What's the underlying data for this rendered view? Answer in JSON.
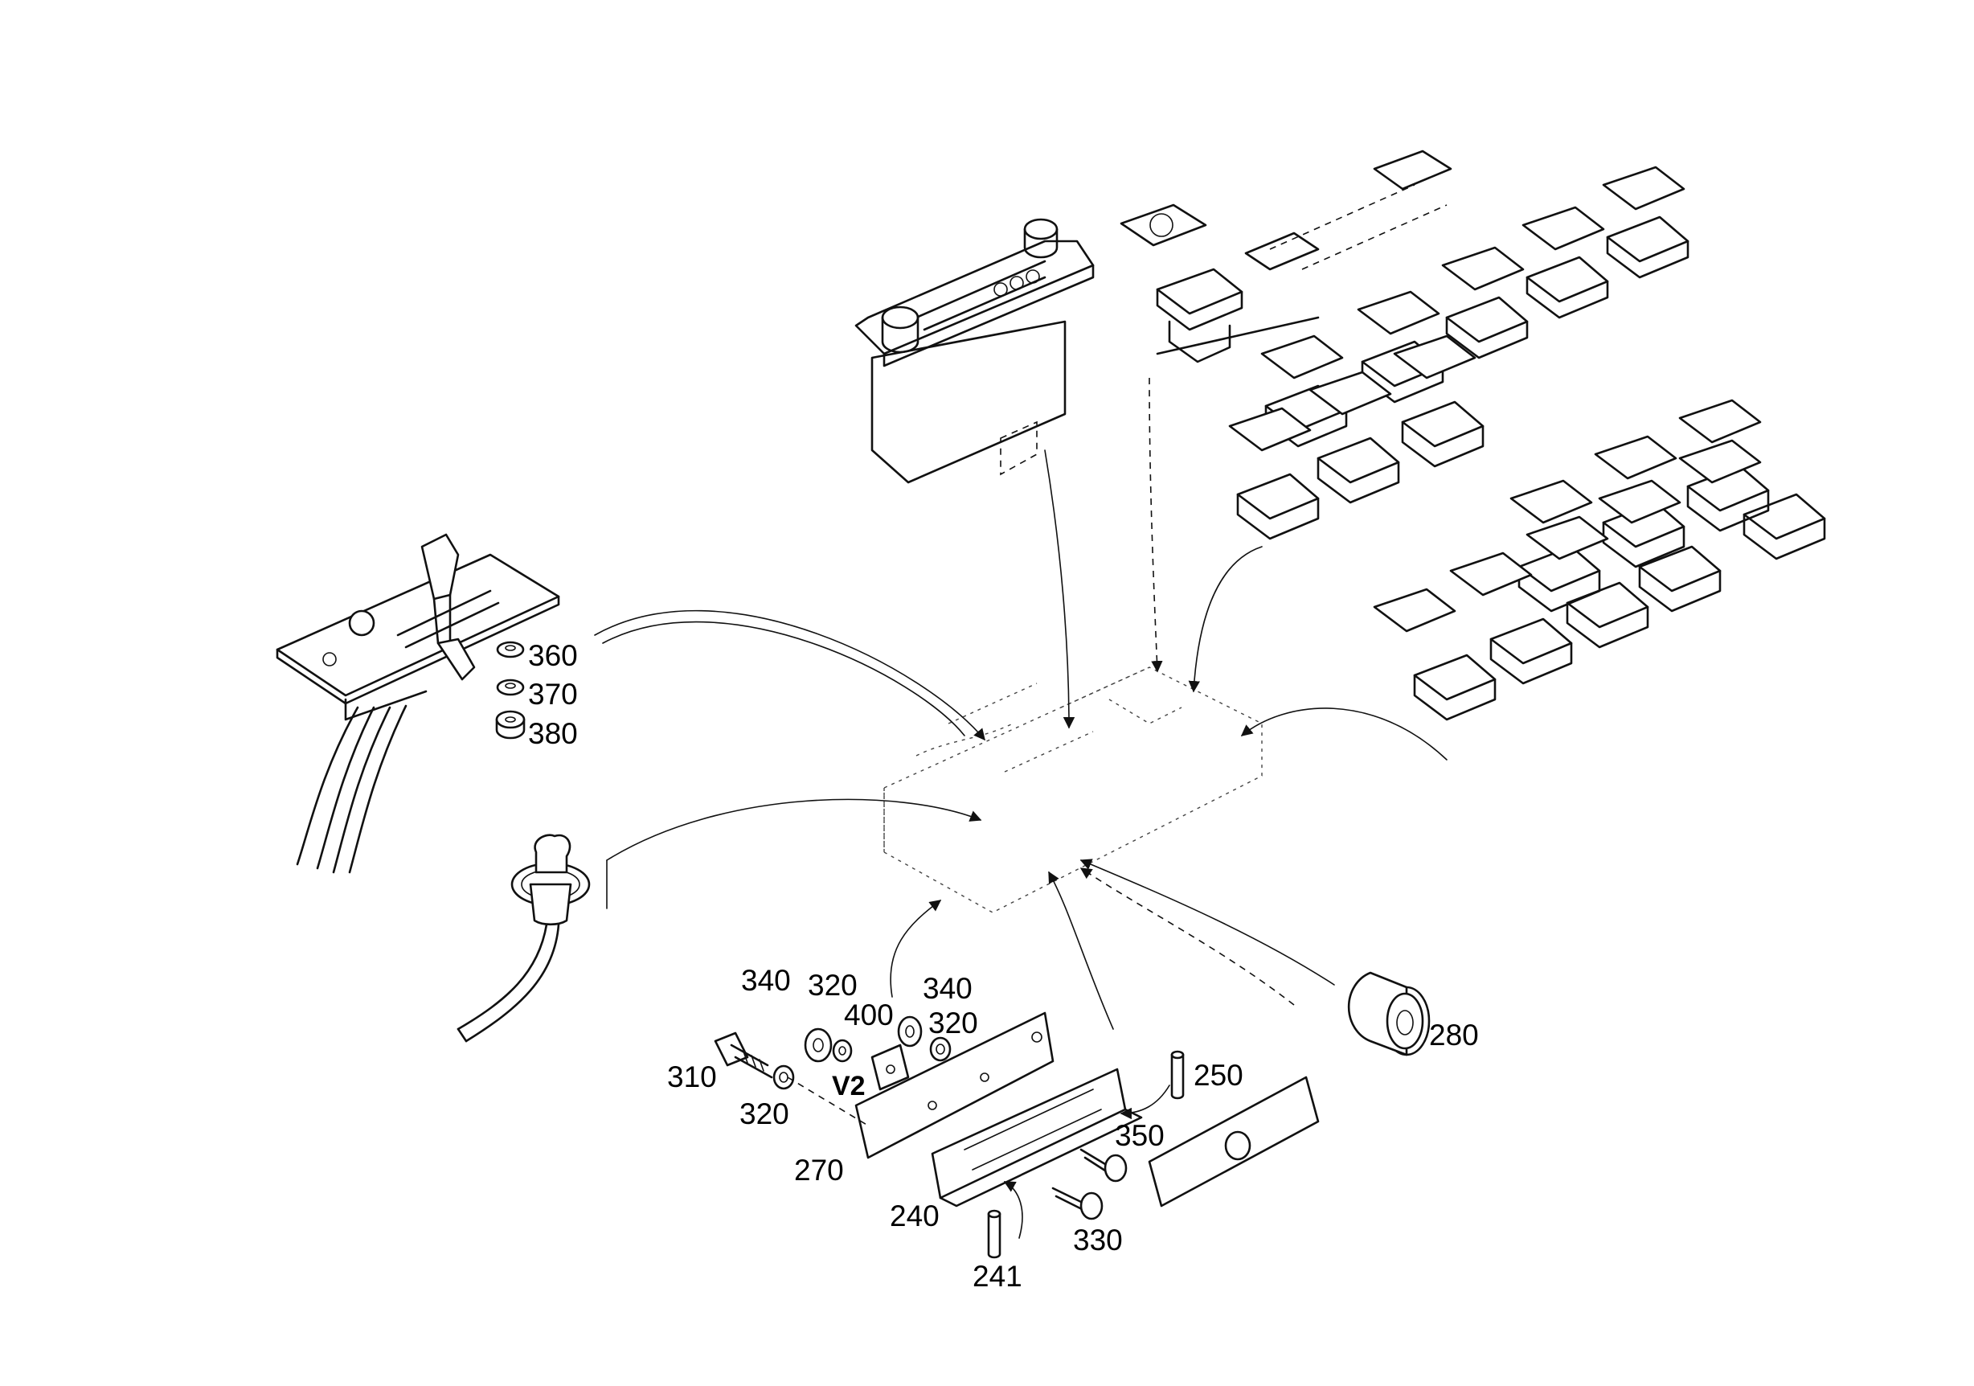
{
  "diagram": {
    "labels": {
      "l360": "360",
      "l370": "370",
      "l380": "380",
      "l280": "280",
      "l250": "250",
      "l350": "350",
      "l330": "330",
      "l240": "240",
      "l241": "241",
      "l270": "270",
      "l310": "310",
      "l320a": "320",
      "l320b": "320",
      "l320c": "320",
      "l340a": "340",
      "l340b": "340",
      "l400": "400",
      "lv2": "V2"
    }
  }
}
